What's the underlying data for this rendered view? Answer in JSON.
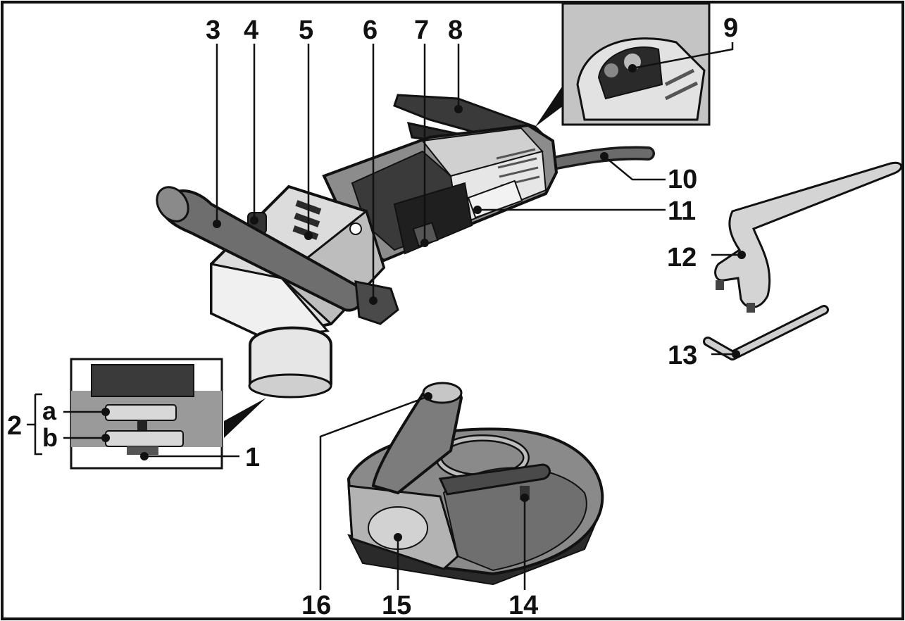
{
  "diagram": {
    "callouts": [
      "1",
      "2",
      "a",
      "b",
      "3",
      "4",
      "5",
      "6",
      "7",
      "8",
      "9",
      "10",
      "11",
      "12",
      "13",
      "14",
      "15",
      "16"
    ],
    "parts": {
      "main_body": "angle-grinder",
      "accessories": [
        "two-pin-spanner",
        "hex-key",
        "dust-extraction-guard"
      ],
      "details": [
        "flange-detail-inset",
        "switch-detail-inset"
      ]
    }
  },
  "colors": {
    "frame": "#111111",
    "outline": "#1a1a1a",
    "dark_grey": "#3a3a3a",
    "mid_grey": "#7a7a7a",
    "light_grey": "#c9c9c9",
    "pale_grey": "#e8e8e8",
    "background": "#ffffff"
  }
}
